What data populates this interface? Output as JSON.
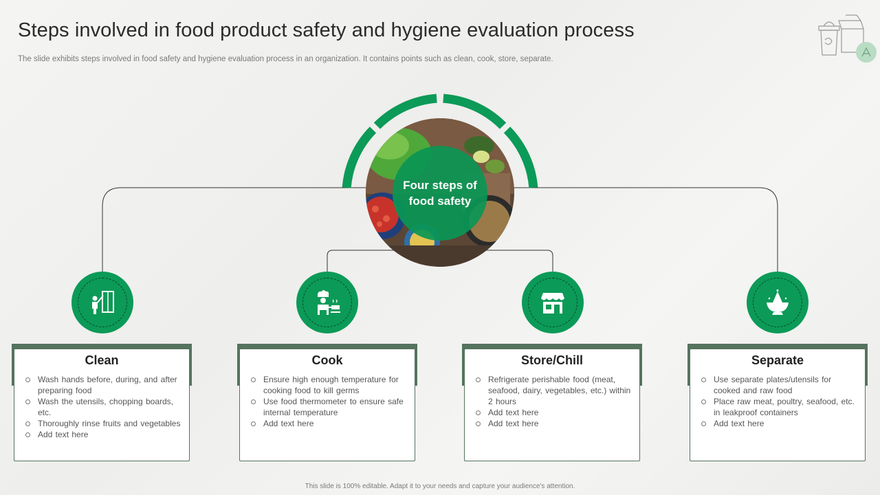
{
  "header": {
    "title": "Steps involved in food product safety and hygiene evaluation process",
    "subtitle": "The slide exhibits steps involved in food safety and hygiene evaluation process in an organization. It contains points such as clean, cook, store, separate."
  },
  "center": {
    "label": "Four steps of food safety",
    "image": "healthy-food-ingredients-photo"
  },
  "steps": [
    {
      "title": "Clean",
      "icon": "cleaning-person-icon",
      "points": [
        "Wash hands before,  during,  and after preparing  food",
        "Wash the utensils, chopping boards, etc.",
        "Thoroughly  rinse fruits and vegetables",
        "Add text here"
      ]
    },
    {
      "title": "Cook",
      "icon": "chef-cooking-icon",
      "points": [
        "Ensure high enough temperature for cooking food to kill germs",
        "Use food thermometer to ensure safe internal temperature",
        "Add text here"
      ]
    },
    {
      "title": "Store/Chill",
      "icon": "storefront-icon",
      "points": [
        "Refrigerate perishable food (meat, seafood, dairy, vegetables, etc.) within 2 hours",
        "Add text here",
        "Add text here"
      ]
    },
    {
      "title": "Separate",
      "icon": "juicer-bowl-icon",
      "points": [
        "Use separate plates/utensils for cooked and raw food",
        "Place raw meat, poultry, seafood, etc. in leakproof containers",
        "Add text here"
      ]
    }
  ],
  "footer": {
    "text": "This slide is 100% editable.  Adapt it to your needs and capture your audience's attention."
  },
  "colors": {
    "primary_green": "#0c9a58",
    "card_border": "#55735f"
  },
  "corner_icon": "food-containers-icon"
}
